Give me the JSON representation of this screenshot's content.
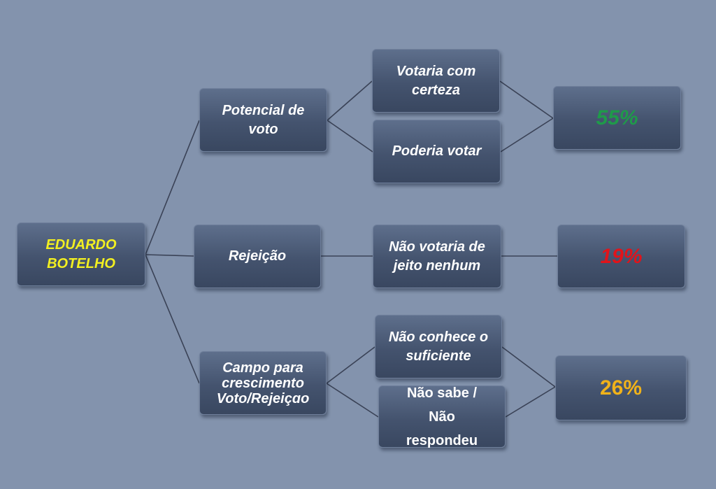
{
  "root": {
    "label": "EDUARDO BOTELHO"
  },
  "branches": [
    {
      "label": "Potencial de voto",
      "options": [
        "Votaria com certeza",
        "Poderia votar"
      ],
      "result": "55%"
    },
    {
      "label": "Rejeição",
      "options": [
        "Não votaria de jeito nenhum"
      ],
      "result": "19%"
    },
    {
      "label": "Campo para crescimento Voto/Rejeiçɑo",
      "options": [
        "Não conhece o suficiente",
        "Não sabe / Não respondeu"
      ],
      "result": "26%"
    }
  ],
  "colors": {
    "background": "#8393ad",
    "result_55": "#1f9a4a",
    "result_19": "#e0141b",
    "result_26": "#f0b21a",
    "root_text": "#f3f020"
  }
}
